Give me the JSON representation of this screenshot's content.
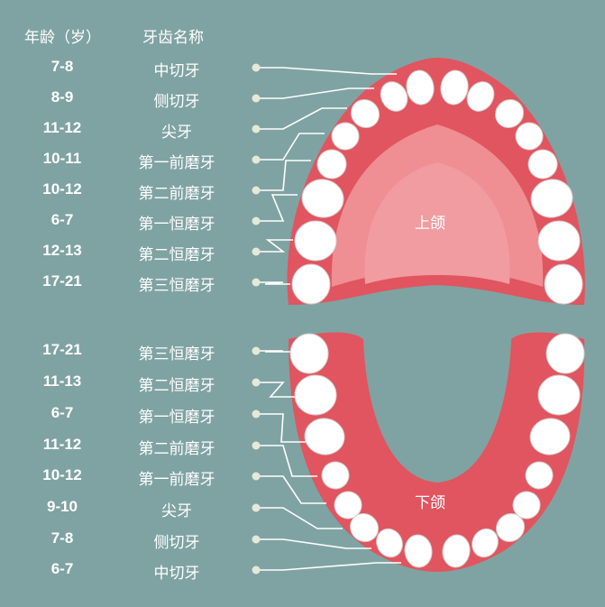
{
  "header": {
    "age_col": "年龄（岁）",
    "name_col": "牙齿名称"
  },
  "upper": {
    "label": "上颌",
    "rows": [
      {
        "age": "7-8",
        "name": "中切牙"
      },
      {
        "age": "8-9",
        "name": "侧切牙"
      },
      {
        "age": "11-12",
        "name": "尖牙"
      },
      {
        "age": "10-11",
        "name": "第一前磨牙"
      },
      {
        "age": "10-12",
        "name": "第二前磨牙"
      },
      {
        "age": "6-7",
        "name": "第一恒磨牙"
      },
      {
        "age": "12-13",
        "name": "第二恒磨牙"
      },
      {
        "age": "17-21",
        "name": "第三恒磨牙"
      }
    ]
  },
  "lower": {
    "label": "下颌",
    "rows": [
      {
        "age": "17-21",
        "name": "第三恒磨牙"
      },
      {
        "age": "11-13",
        "name": "第二恒磨牙"
      },
      {
        "age": "6-7",
        "name": "第一恒磨牙"
      },
      {
        "age": "11-12",
        "name": "第二前磨牙"
      },
      {
        "age": "10-12",
        "name": "第一前磨牙"
      },
      {
        "age": "9-10",
        "name": "尖牙"
      },
      {
        "age": "7-8",
        "name": "侧切牙"
      },
      {
        "age": "6-7",
        "name": "中切牙"
      }
    ]
  },
  "colors": {
    "background": "#7fa3a2",
    "gum": "#e0555f",
    "palate": "#ef8e93",
    "tooth": "#ffffff",
    "leader": "#ffffff"
  }
}
